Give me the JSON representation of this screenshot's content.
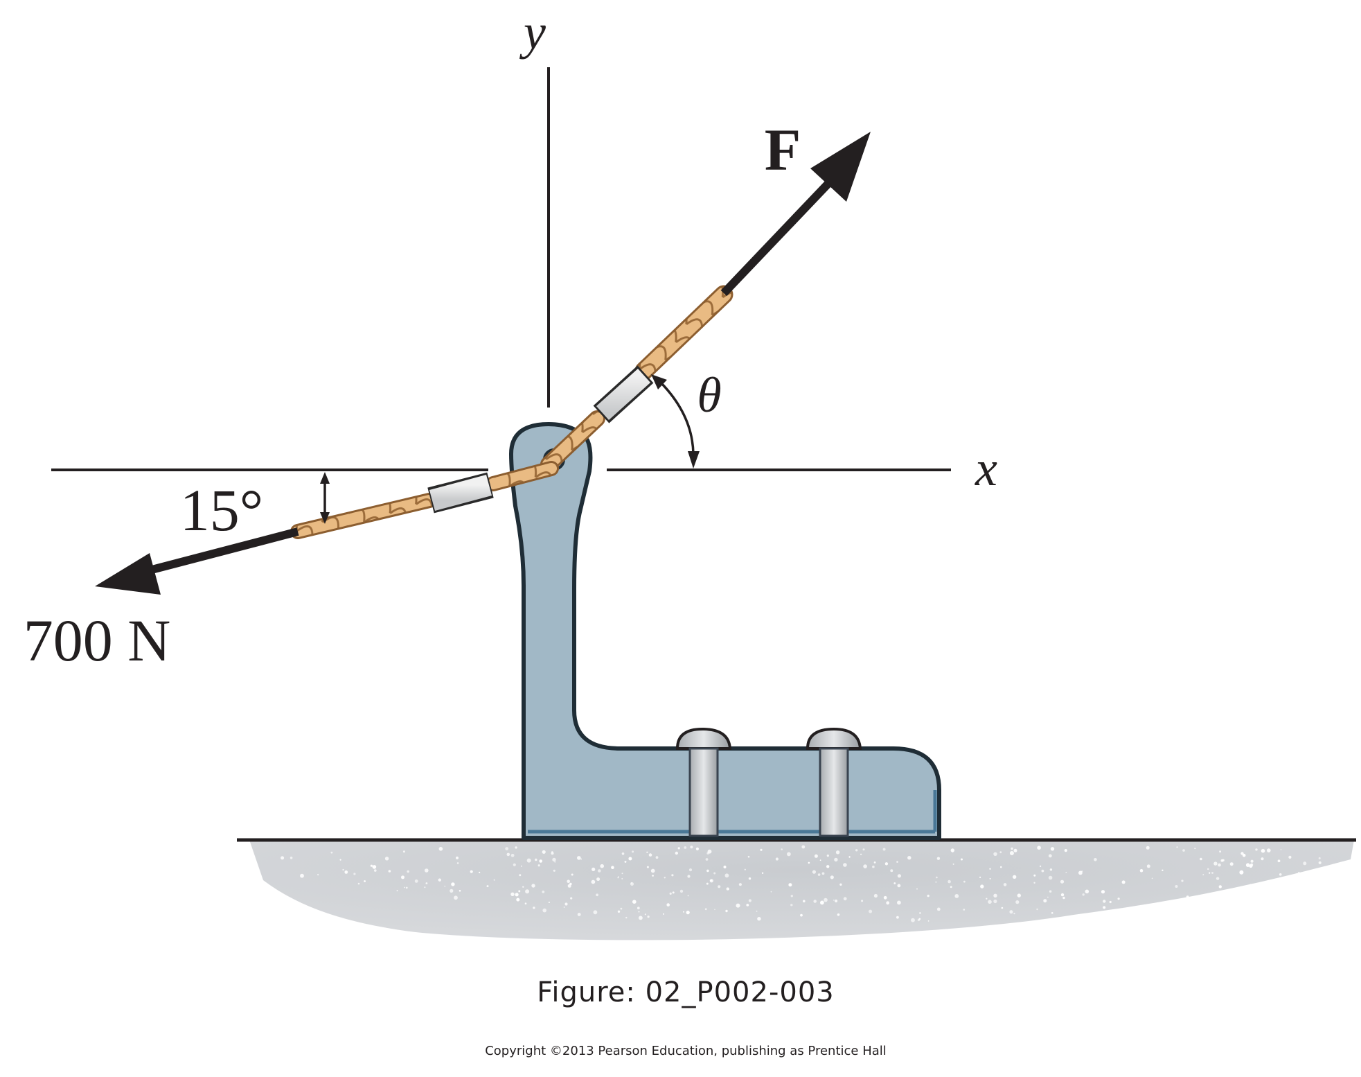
{
  "diagram": {
    "axes": {
      "x_label": "x",
      "y_label": "y"
    },
    "forces": {
      "applied": {
        "label": "F",
        "angle_label": "θ"
      },
      "known": {
        "label": "700 N",
        "angle_label": "15°"
      }
    }
  },
  "caption": "Figure: 02_P002-003",
  "copyright": "Copyright ©2013 Pearson Education, publishing as Prentice Hall",
  "colors": {
    "bracket_fill": "#a1b8c6",
    "bracket_stroke": "#1f2d36",
    "rope": "#e7b77e",
    "rope_dark": "#a0703d",
    "ground": "#cfd2d5",
    "ink": "#231f20"
  },
  "icons": [
    "force-arrow-icon",
    "angle-arrow-icon",
    "bolt-icon",
    "rope-icon"
  ]
}
